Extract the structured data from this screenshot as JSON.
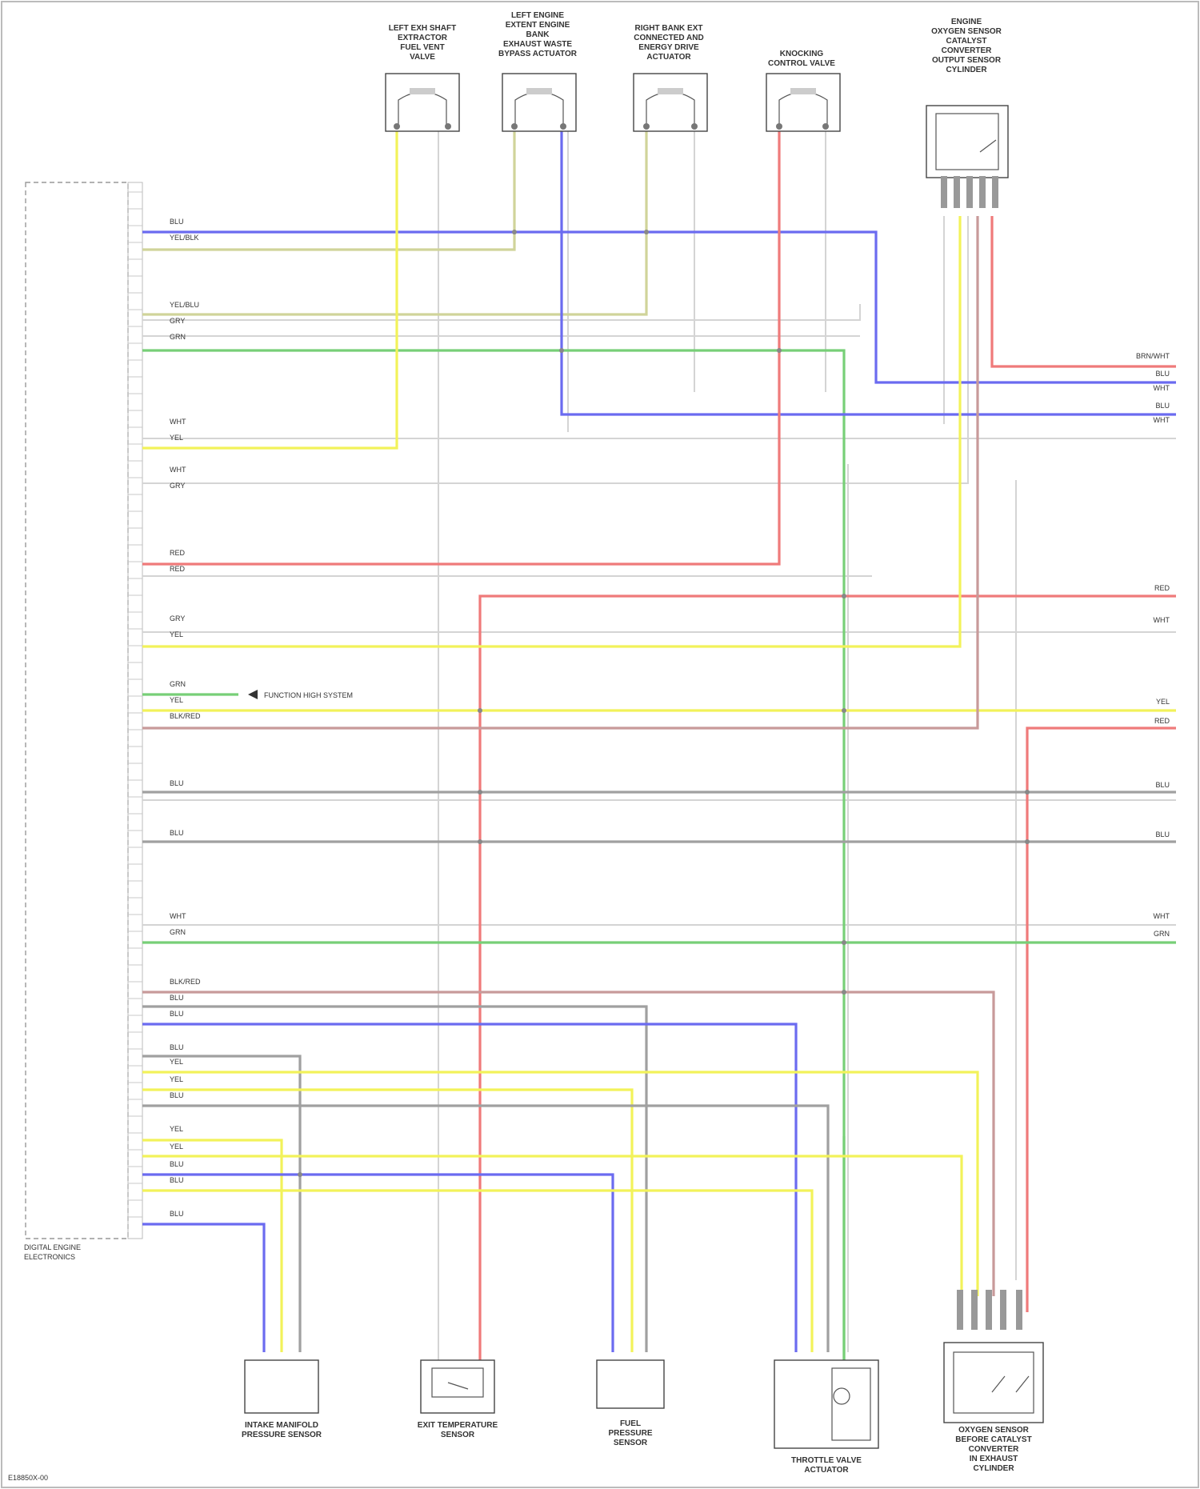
{
  "module": {
    "title": [
      "DIGITAL ENGINE",
      "ELECTRONICS"
    ]
  },
  "components": {
    "top": [
      {
        "title": [
          "LEFT EXH SHAFT",
          "EXTRACTOR",
          "FUEL VENT",
          "VALVE"
        ]
      },
      {
        "title": [
          "LEFT ENGINE",
          "EXTENT ENGINE",
          "BANK",
          "EXHAUST WASTE",
          "BYPASS ACTUATOR"
        ]
      },
      {
        "title": [
          "RIGHT BANK EXT",
          "CONNECTED AND",
          "ENERGY DRIVE",
          "ACTUATOR"
        ]
      },
      {
        "title": [
          "KNOCKING",
          "CONTROL VALVE"
        ]
      },
      {
        "title": [
          "ENGINE",
          "OXYGEN SENSOR",
          "CATALYST",
          "CONVERTER",
          "OUTPUT SENSOR",
          "CYLINDER"
        ]
      }
    ],
    "bottom": [
      {
        "title": [
          "INTAKE MANIFOLD",
          "PRESSURE SENSOR"
        ]
      },
      {
        "title": [
          "EXIT TEMPERATURE",
          "SENSOR"
        ]
      },
      {
        "title": [
          "FUEL",
          "PRESSURE",
          "SENSOR"
        ]
      },
      {
        "title": [
          "THROTTLE VALVE",
          "ACTUATOR"
        ]
      },
      {
        "title": [
          "OXYGEN SENSOR",
          "BEFORE CATALYST",
          "CONVERTER",
          "IN EXHAUST",
          "CYLINDER"
        ]
      }
    ]
  },
  "wires": {
    "row_labels": [
      "BLU",
      "YEL/BLK",
      "YEL/BLU",
      "GRY",
      "GRN",
      "WHT",
      "YEL",
      "WHT",
      "GRY",
      "RED",
      "RED",
      "GRY",
      "YEL",
      "GRN",
      "YEL",
      "BLK/RED",
      "BLU",
      "BLU",
      "WHT",
      "GRN",
      "BLK/RED",
      "BLU",
      "BLU",
      "BLU",
      "YEL",
      "YEL",
      "BLU",
      "YEL",
      "YEL",
      "BLU",
      "BLU",
      "BLU"
    ],
    "right_labels": [
      "BRN/WHT",
      "BLU",
      "WHT",
      "BLU",
      "WHT",
      "RED",
      "WHT",
      "YEL",
      "RED",
      "BLU",
      "BLU",
      "WHT",
      "GRN"
    ],
    "note": "FUNCTION HIGH SYSTEM",
    "colors": {
      "blue": "#6b6bf0",
      "yellow": "#f2f25a",
      "red": "#ef7a7a",
      "green": "#77cf77",
      "olive": "#d0d49a",
      "gray": "#a0a0a0",
      "brown": "#c89a9a",
      "light": "#d4d4d4"
    }
  },
  "footer": "E18850X-00"
}
